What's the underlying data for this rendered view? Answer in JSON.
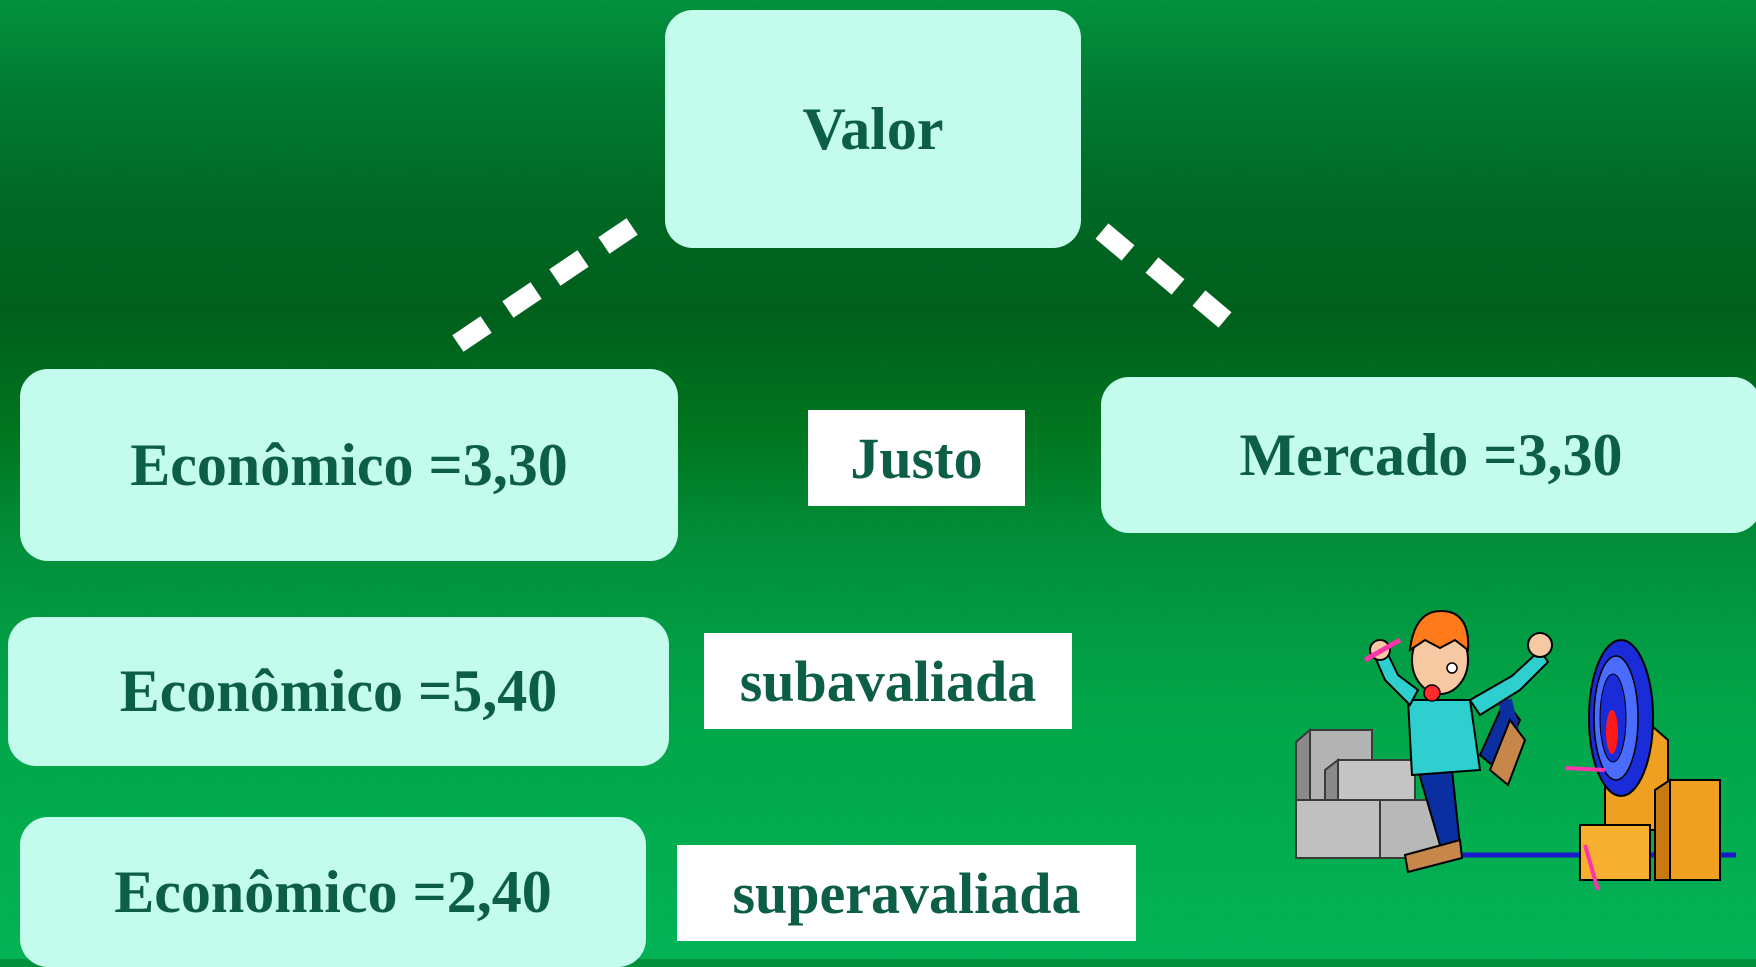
{
  "diagram": {
    "root": {
      "label": "Valor"
    },
    "left_branch": {
      "label": "Econômico =3,30"
    },
    "right_branch": {
      "label": "Mercado =3,30"
    },
    "center_tag": {
      "label": "Justo"
    },
    "rows": [
      {
        "box": "Econômico =5,40",
        "tag": "subavaliada"
      },
      {
        "box": "Econômico =2,40",
        "tag": "superavaliada"
      }
    ]
  },
  "illustration": {
    "name": "dart-thrower-target-clipart"
  },
  "colors": {
    "box_fill": "#c3fbec",
    "text": "#0c5e46",
    "connector": "#ffffff",
    "background_top": "#02913d",
    "background_mid": "#005f1c",
    "background_bottom": "#03b356"
  }
}
